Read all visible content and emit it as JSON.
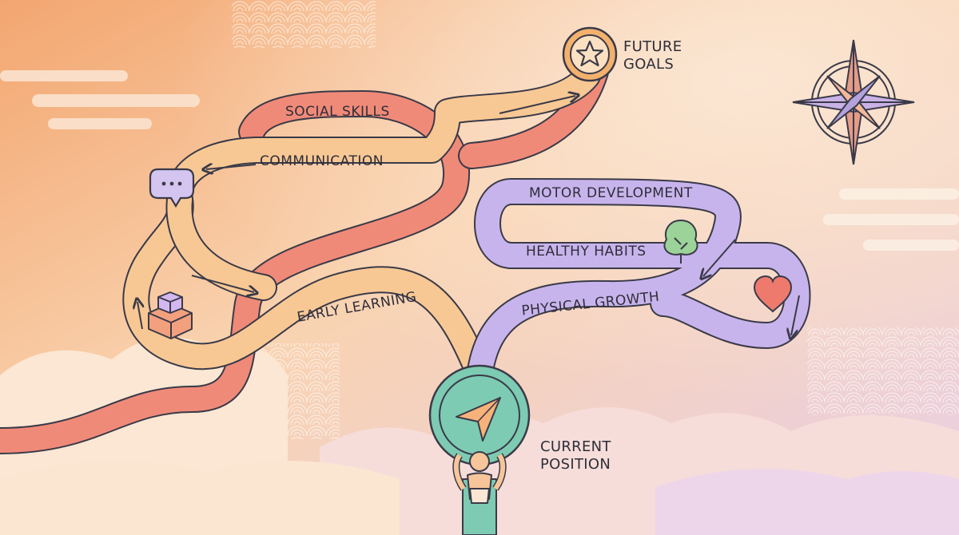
{
  "labels": {
    "social_skills": "SOCIAL SKILLS",
    "communication": "COMMUNICATION",
    "early_learning": "EARLY LEARNING",
    "motor_development": "MOTOR DEVELOPMENT",
    "healthy_habits": "HEALTHY HABITS",
    "physical_growth": "PHYSICAL GROWTH",
    "future_goals_line1": "FUTURE",
    "future_goals_line2": "GOALS",
    "current_position_line1": "CURRENT",
    "current_position_line2": "POSITION"
  },
  "icons": {
    "destination": "star-icon",
    "current": "navigation-arrow-icon",
    "social": "speech-bubble-icon",
    "learning": "blocks-icon",
    "habits": "tree-icon",
    "growth": "heart-icon",
    "orientation": "compass-rose-icon",
    "traveler": "child-figure-icon"
  },
  "colors": {
    "social_path": "#f08a78",
    "communication_path": "#f8c894",
    "physical_path": "#c8b4ec",
    "current_circle": "#7dcbb2",
    "star_ring": "#f3b16e",
    "outline": "#3a3a48"
  }
}
